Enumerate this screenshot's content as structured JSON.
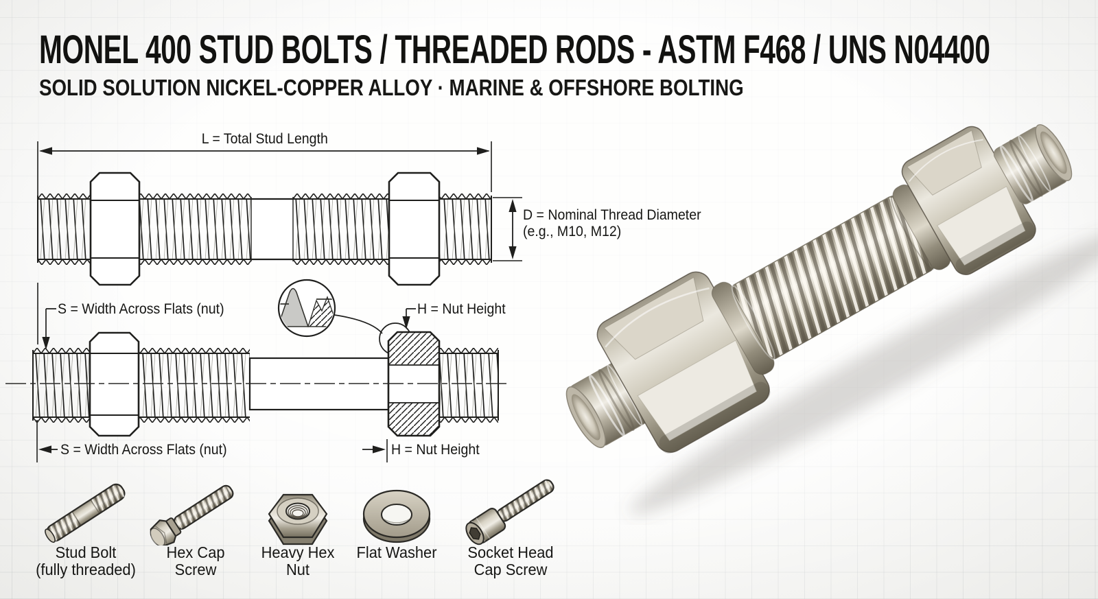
{
  "header": {
    "title": "MONEL 400 STUD BOLTS / THREADED RODS - ASTM F468 / UNS N04400",
    "subtitle": "SOLID SOLUTION NICKEL-COPPER ALLOY · MARINE & OFFSHORE BOLTING"
  },
  "drawing": {
    "dim_total_length": "L = Total Stud Length",
    "dim_diameter_line1": "D = Nominal Thread Diameter",
    "dim_diameter_line2": "(e.g., M10, M12)",
    "dim_width_across_flats_top": "S = Width Across Flats (nut)",
    "dim_nut_height_top": "H = Nut Height",
    "dim_width_across_flats_bottom": "S = Width Across Flats (nut)",
    "dim_nut_height_bottom": "H = Nut Height"
  },
  "legend": {
    "items": [
      {
        "icon": "stud-bolt-icon",
        "line1": "Stud Bolt",
        "line2": "(fully threaded)"
      },
      {
        "icon": "hex-cap-screw-icon",
        "line1": "Hex Cap",
        "line2": "Screw"
      },
      {
        "icon": "heavy-hex-nut-icon",
        "line1": "Heavy Hex",
        "line2": "Nut"
      },
      {
        "icon": "flat-washer-icon",
        "line1": "Flat Washer",
        "line2": ""
      },
      {
        "icon": "socket-head-cap-screw-icon",
        "line1": "Socket Head",
        "line2": "Cap Screw"
      }
    ]
  },
  "colors": {
    "ink": "#1f1f1d",
    "background": "#f6f6f3",
    "grid_line": "#d7dadd",
    "metal_light": "#f0ede5",
    "metal_mid": "#b7b0a1",
    "metal_dark": "#6e6858"
  }
}
